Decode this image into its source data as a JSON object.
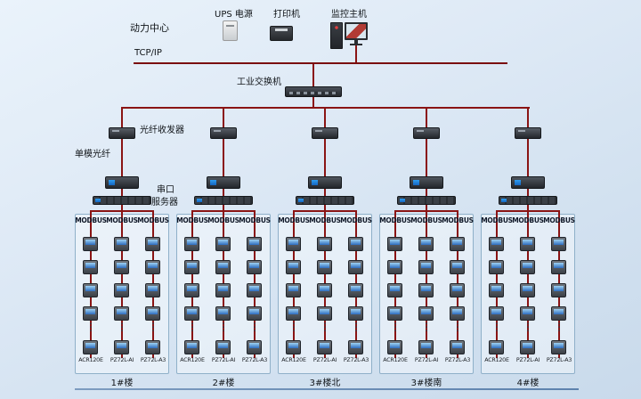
{
  "header": {
    "power_center": "动力中心",
    "tcpip": "TCP/IP",
    "devices": [
      {
        "label": "UPS 电源"
      },
      {
        "label": "打印机"
      },
      {
        "label": "监控主机"
      }
    ]
  },
  "network": {
    "switch_label": "工业交换机",
    "fiber_transceiver_label": "光纤收发器",
    "single_mode_fiber_label": "单模光纤",
    "serial_server_label_line1": "串口",
    "serial_server_label_line2": "服务器"
  },
  "glyphs": {
    "ellipsis": "⋮"
  },
  "groups": [
    {
      "name": "1#楼",
      "columns": [
        {
          "bus": "MODBUS",
          "model": "ACR120E"
        },
        {
          "bus": "MODBUS",
          "model": "PZ72L-AI"
        },
        {
          "bus": "MODBUS",
          "model": "PZ72L-A3"
        }
      ]
    },
    {
      "name": "2#楼",
      "columns": [
        {
          "bus": "MODBUS",
          "model": "ACR120E"
        },
        {
          "bus": "MODBUS",
          "model": "PZ72L-AI"
        },
        {
          "bus": "MODBUS",
          "model": "PZ72L-A3"
        }
      ]
    },
    {
      "name": "3#楼北",
      "columns": [
        {
          "bus": "MODBUS",
          "model": "ACR120E"
        },
        {
          "bus": "MODBUS",
          "model": "PZ72L-AI"
        },
        {
          "bus": "MODBUS",
          "model": "PZ72L-A3"
        }
      ]
    },
    {
      "name": "3#楼南",
      "columns": [
        {
          "bus": "MODBUS",
          "model": "ACR120E"
        },
        {
          "bus": "MODBUS",
          "model": "PZ72L-AI"
        },
        {
          "bus": "MODBUS",
          "model": "PZ72L-A3"
        }
      ]
    },
    {
      "name": "4#楼",
      "columns": [
        {
          "bus": "MODBUS",
          "model": "ACR120E"
        },
        {
          "bus": "MODBUS",
          "model": "PZ72L-AI"
        },
        {
          "bus": "MODBUS",
          "model": "PZ72L-A3"
        }
      ]
    }
  ]
}
